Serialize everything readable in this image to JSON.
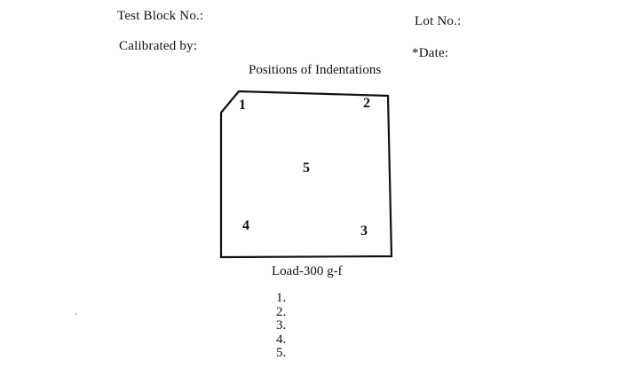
{
  "header": {
    "test_block_label": "Test Block No.:",
    "lot_label": "Lot No.:",
    "calibrated_label": "Calibrated by:",
    "date_label": "*Date:"
  },
  "diagram": {
    "title": "Positions of Indentations",
    "positions": [
      {
        "label": "1"
      },
      {
        "label": "2"
      },
      {
        "label": "3"
      },
      {
        "label": "4"
      },
      {
        "label": "5"
      }
    ],
    "load_label": "Load-300 g-f"
  },
  "list": {
    "items": [
      "1.",
      "2.",
      "3.",
      "4.",
      "5."
    ]
  },
  "artifact": "."
}
